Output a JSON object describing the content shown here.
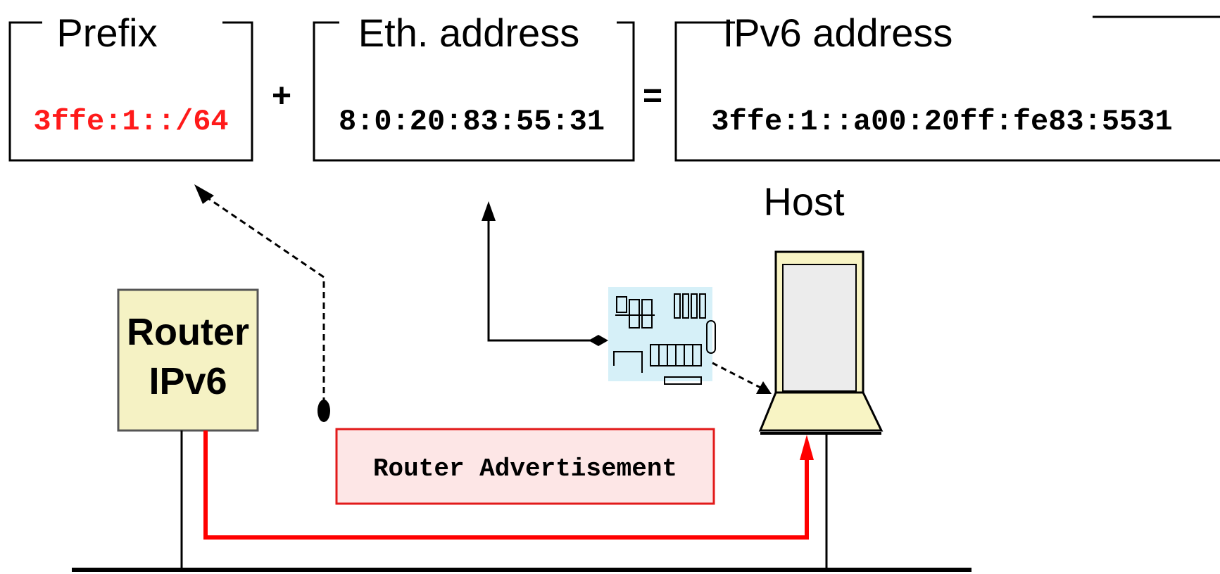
{
  "boxes": {
    "prefix": {
      "title": "Prefix",
      "value": "3ffe:1::/64"
    },
    "eth": {
      "title": "Eth. address",
      "value": "8:0:20:83:55:31"
    },
    "ipv6": {
      "title": "IPv6 address",
      "value": "3ffe:1::a00:20ff:fe83:5531"
    }
  },
  "operators": {
    "plus": "+",
    "equals": "="
  },
  "host": {
    "label": "Host"
  },
  "router": {
    "line1": "Router",
    "line2": "IPv6"
  },
  "advertisement": {
    "label": "Router Advertisement"
  },
  "colors": {
    "prefix_value": "#ff1a1a",
    "router_fill": "#f5f2c4",
    "router_border": "#555555",
    "advert_fill": "#fde6e6",
    "advert_border": "#e21a1a",
    "red_line": "#ff0000",
    "nic_fill": "#d6f0f8",
    "laptop_fill": "#f8f4c4"
  }
}
